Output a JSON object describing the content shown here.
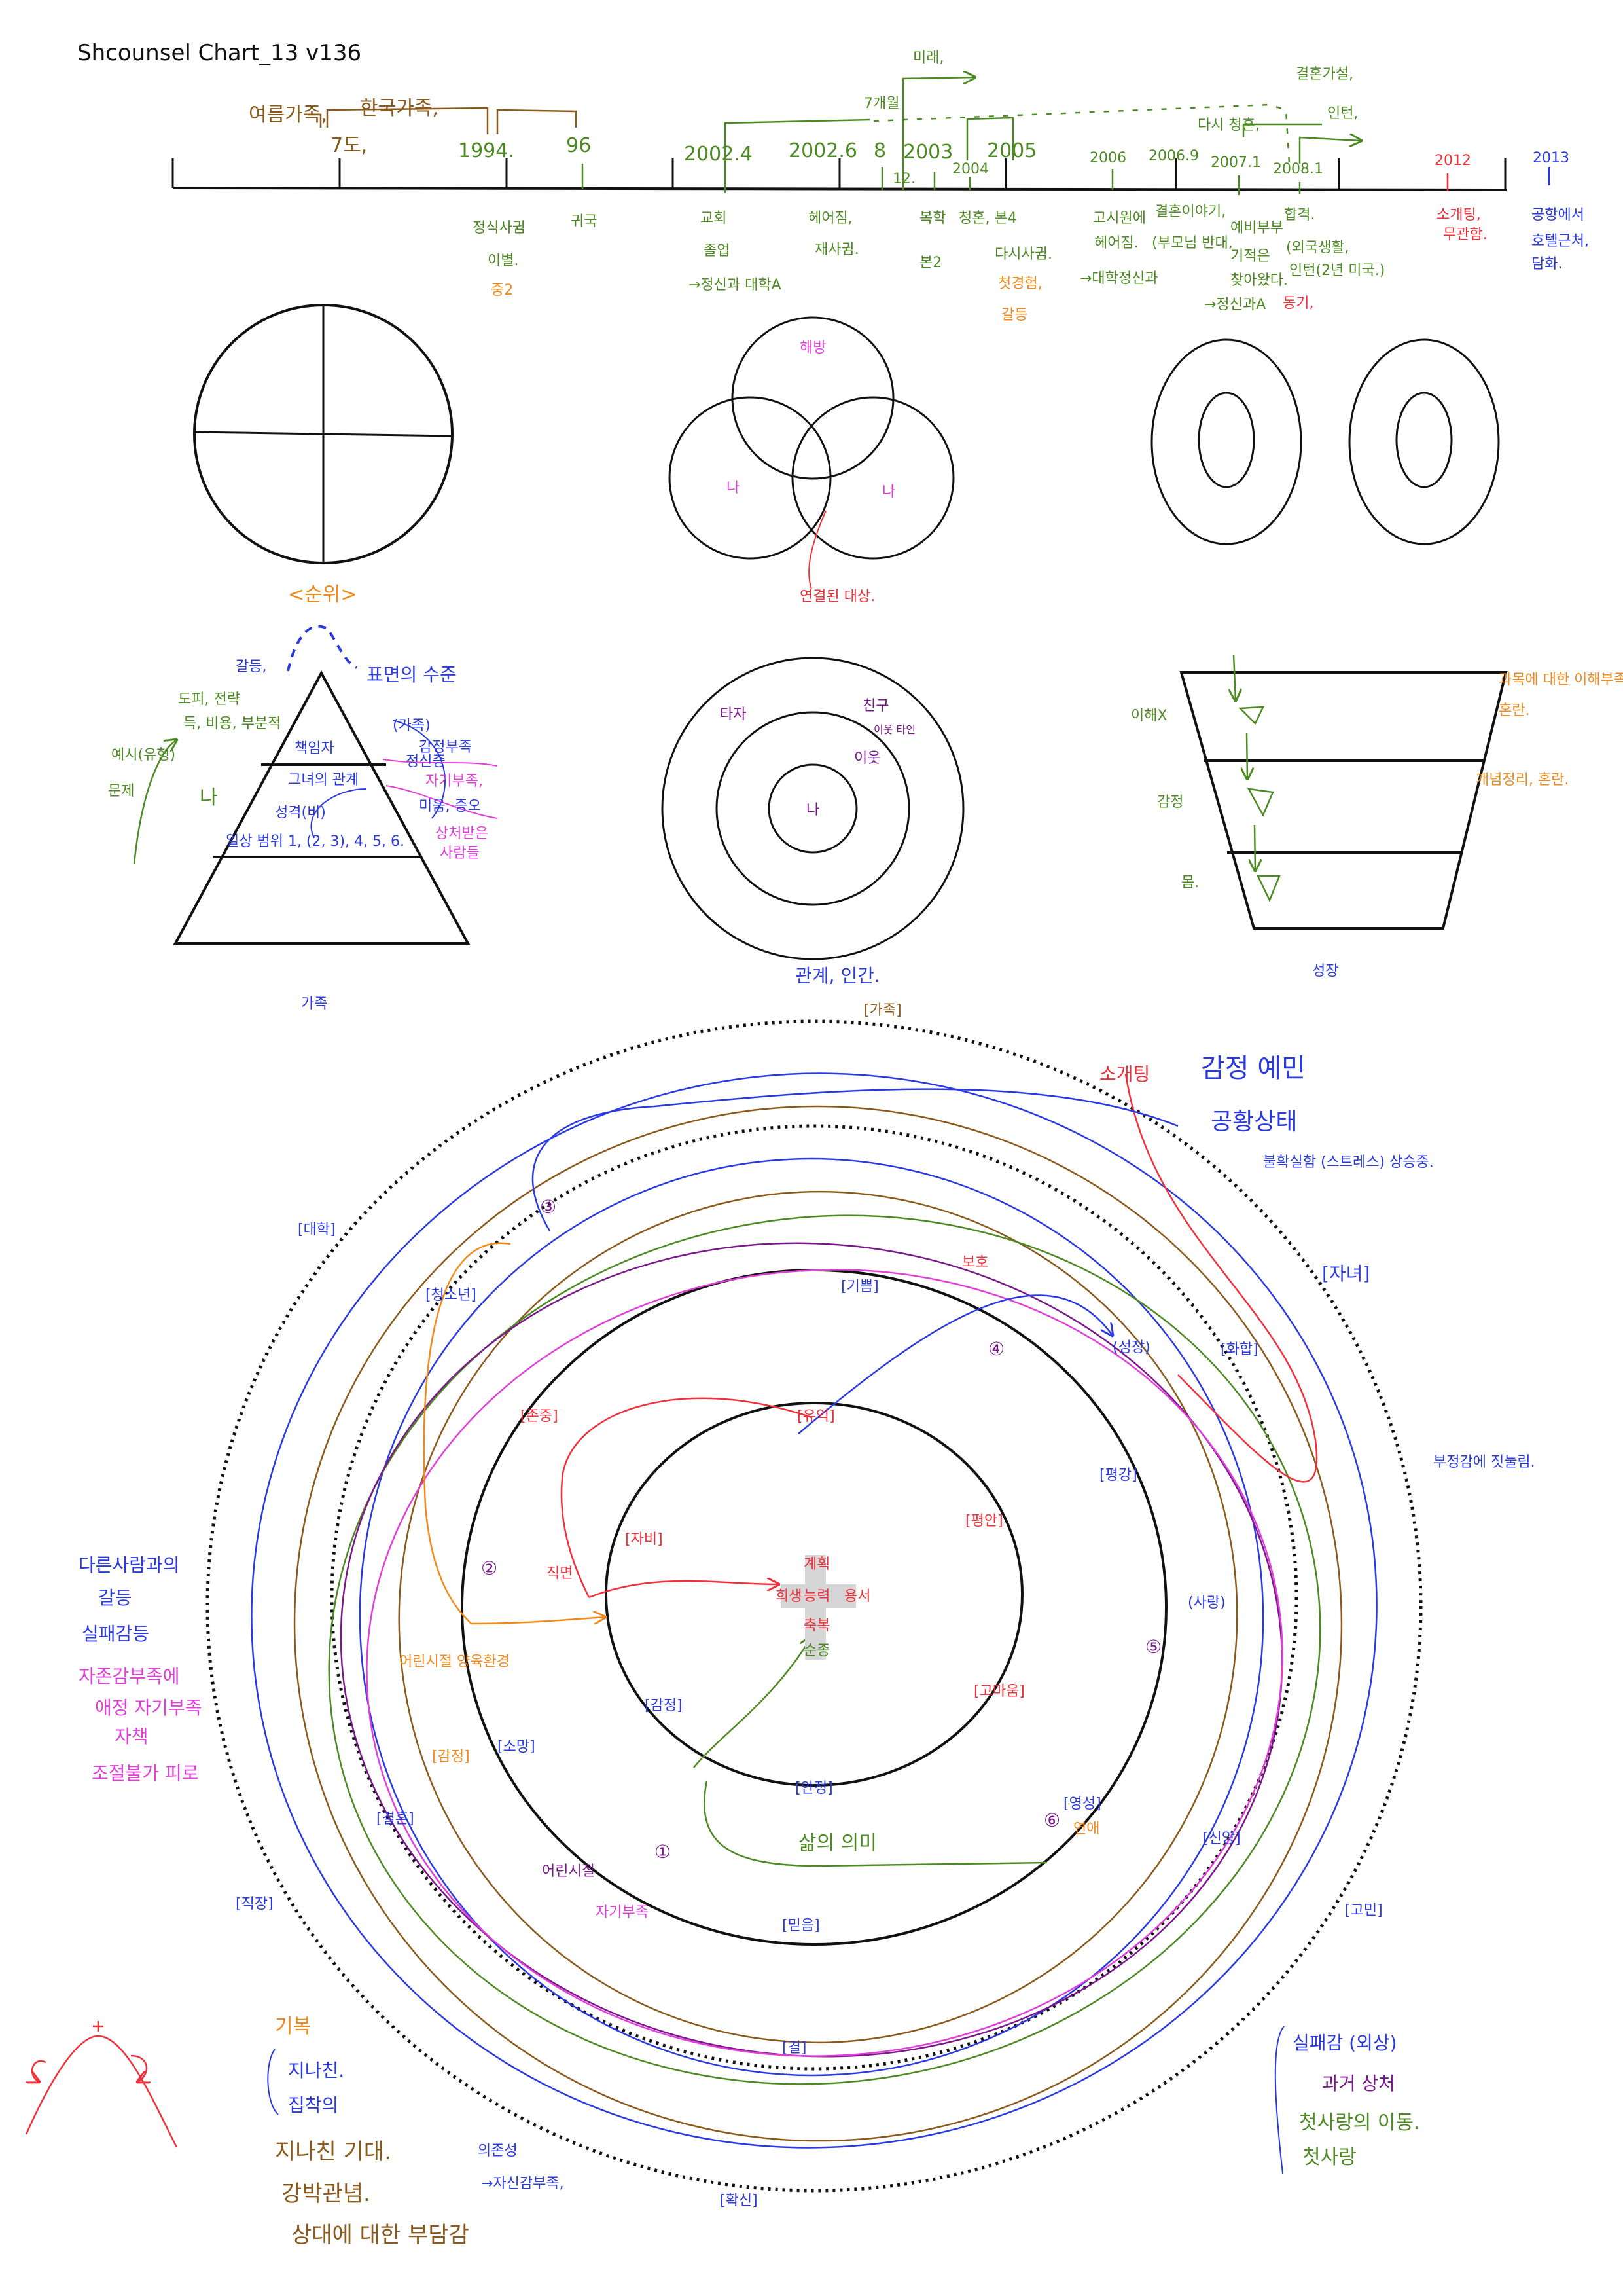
{
  "title": "Shcounsel Chart_13 v136",
  "colors": {
    "green": "#4e8a24",
    "brown": "#8a5a1c",
    "orange": "#f08a1c",
    "red": "#f0303a",
    "blue": "#2a3ae0",
    "magenta": "#e040d8",
    "purple": "#7a1a8a",
    "cross": "#d6d6d6"
  },
  "timeline": {
    "top_brown": [
      "여름가족,",
      "한국가족,",
      "7도,"
    ],
    "years": [
      "1994.",
      "96",
      "2002.4",
      "2002.6",
      "8",
      "2003",
      "2004",
      "2005",
      "2006",
      "2006.9",
      "2007.1",
      "2008.1",
      "2012",
      "2013"
    ],
    "above": [
      "미래,",
      "7개월",
      "다시 청혼,",
      "결혼가설,",
      "인턴,",
      "12."
    ],
    "below": [
      "정식사귐",
      "이별.",
      "중2",
      "귀국",
      "교회",
      "졸업",
      "→정신과 대학A",
      "헤어짐,",
      "재사귐.",
      "복학",
      "본2",
      "청혼, 본4",
      "다시사귐.",
      "첫경험,",
      "갈등",
      "고시원에",
      "헤어짐.",
      "→대학정신과",
      "결혼이야기,",
      "(부모님 반대,",
      "예비부부",
      "기적은",
      "찾아왔다.",
      "→정신과A",
      "합격.",
      "(외국생활,",
      "인턴(2년 미국.)",
      "동기,",
      "소개팅,",
      "무관함.",
      "공항에서",
      "호텔근처,",
      "담화."
    ]
  },
  "shapes": {
    "venn": [
      "해방",
      "나",
      "나",
      "연결된 대상."
    ],
    "rank_label": "<순위>",
    "pyramid": [
      "갈등,",
      "표면의 수준",
      "도피, 전략",
      "득, 비용, 부분적",
      "예시(유형)",
      "문제",
      "나",
      "책임자",
      "그녀의 관계",
      "성격(비)",
      "일상 범위 1, (2, 3), 4, 5, 6.",
      "(가족)",
      "감정부족",
      "정신증",
      "자기부족,",
      "미움, 증오",
      "상처받은",
      "사람들",
      "가족"
    ],
    "concentric": [
      "타자",
      "친구",
      "이웃 타인",
      "이웃",
      "나",
      "관계, 인간.",
      "[가족]"
    ],
    "trapezoid": [
      "이해X",
      "감정",
      "몸.",
      "과목에 대한 이해부족",
      "혼란.",
      "개념정리, 혼란.",
      "성장"
    ]
  },
  "big": {
    "cross": [
      "계획",
      "능력",
      "희생",
      "용서",
      "축복",
      "순종"
    ],
    "inner": [
      "[유익]",
      "[평안]",
      "[자비]",
      "[고마움]",
      "[감정]",
      "[안정]"
    ],
    "middle": [
      "[대학]",
      "[청소년]",
      "[기쁨]",
      "[존중]",
      "(성장)",
      "[화합]",
      "[자녀]",
      "[평강]",
      "(사랑)",
      "[영성]",
      "[신앙]",
      "삶의 의미",
      "[믿음]",
      "[결혼]",
      "[소망]",
      "[직장]",
      "[고민]",
      "[확신]",
      "[결]",
      "보호",
      "직면",
      "어린시절",
      "자기부족",
      "어린시절 양육환경",
      "[감정]",
      "연애"
    ],
    "numbers": [
      "①",
      "②",
      "③",
      "④",
      "⑤",
      "⑥"
    ],
    "top_right": [
      "소개팅",
      "감정 예민",
      "공황상태",
      "불확실함 (스트레스) 상승중.",
      "부정감에 짓눌림."
    ],
    "left": [
      "다른사람과의",
      "갈등",
      "실패감등",
      "자존감부족에",
      "애정 자기부족",
      "자책",
      "조절불가 피로"
    ],
    "bottom_left": [
      "기복",
      "지나친.",
      "집착의",
      "지나친 기대.",
      "강박관념.",
      "상대에 대한 부담감",
      "의존성",
      "→자신감부족,"
    ],
    "bottom_right": [
      "실패감 (외상)",
      "과거 상처",
      "첫사랑의 이동.",
      "첫사랑"
    ]
  }
}
